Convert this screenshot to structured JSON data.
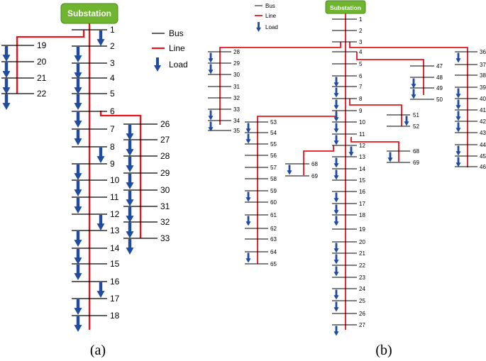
{
  "colors": {
    "line": "#e8141b",
    "bus": "#000000",
    "load": "#1f4ba0",
    "substation": "#6fb52f"
  },
  "panel_a": {
    "substation": "Substation",
    "caption": "(a)",
    "legend": {
      "bus": "Bus",
      "line": "Line",
      "load": "Load"
    },
    "main_buses": [
      "1",
      "2",
      "3",
      "4",
      "5",
      "6",
      "7",
      "8",
      "9",
      "10",
      "11",
      "12",
      "13",
      "14",
      "15",
      "16",
      "17",
      "18"
    ],
    "left_branch": [
      "19",
      "20",
      "21",
      "22"
    ],
    "right_branch": [
      "26",
      "27",
      "28",
      "29",
      "30",
      "31",
      "32",
      "33"
    ]
  },
  "panel_b": {
    "substation": "Substation",
    "caption": "(b)",
    "legend": {
      "bus": "Bus",
      "line": "Line",
      "load": "Load"
    },
    "main_buses": [
      "1",
      "2",
      "3",
      "4",
      "5",
      "6",
      "7",
      "8",
      "9",
      "10",
      "11",
      "12",
      "13",
      "14",
      "15",
      "16",
      "17",
      "18",
      "19",
      "20",
      "21",
      "22",
      "23",
      "24",
      "25",
      "26",
      "27"
    ],
    "branch_28_35": [
      "28",
      "29",
      "30",
      "31",
      "32",
      "33",
      "34",
      "35"
    ],
    "branch_36_46": [
      "36",
      "37",
      "38",
      "39",
      "40",
      "41",
      "42",
      "43",
      "44",
      "45",
      "46"
    ],
    "branch_47_50": [
      "47",
      "48",
      "49",
      "50"
    ],
    "branch_51_52": [
      "51",
      "52"
    ],
    "branch_53_65": [
      "53",
      "54",
      "55",
      "56",
      "57",
      "58",
      "59",
      "60",
      "61",
      "62",
      "63",
      "64",
      "65"
    ],
    "branch_66_67": [
      "68",
      "69"
    ],
    "branch_68_69": [
      "68",
      "69"
    ]
  }
}
